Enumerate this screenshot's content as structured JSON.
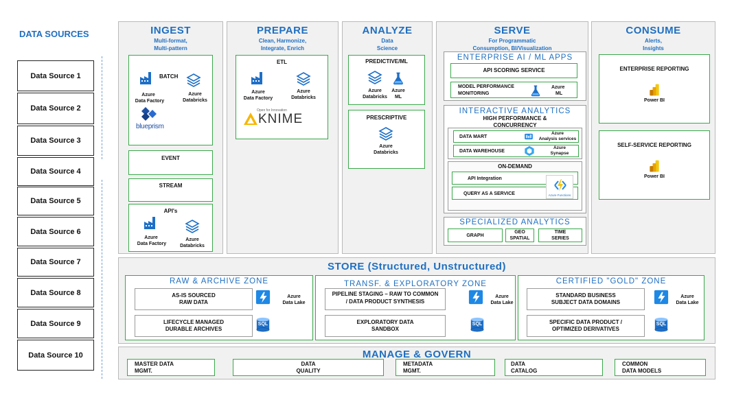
{
  "data_sources": {
    "title": "DATA SOURCES",
    "items": [
      "Data Source 1",
      "Data Source 2",
      "Data Source 3",
      "Data Source 4",
      "Data Source 5",
      "Data Source 6",
      "Data Source 7",
      "Data Source 8",
      "Data Source 9",
      "Data Source 10"
    ]
  },
  "ingest": {
    "title": "INGEST",
    "subtitle": [
      "Multi-format,",
      "Multi-pattern"
    ],
    "batch": {
      "label": "BATCH",
      "adf": [
        "Azure",
        "Data Factory"
      ],
      "dbx": [
        "Azure",
        "Databricks"
      ],
      "blueprism": "blueprism"
    },
    "event": "EVENT",
    "stream": "STREAM",
    "apis": {
      "label": "API's",
      "adf": [
        "Azure",
        "Data Factory"
      ],
      "dbx": [
        "Azure",
        "Databricks"
      ]
    }
  },
  "prepare": {
    "title": "PREPARE",
    "subtitle": [
      "Clean, Harmonize,",
      "Integrate, Enrich"
    ],
    "etl": {
      "label": "ETL",
      "adf": [
        "Azure",
        "Data Factory"
      ],
      "dbx": [
        "Azure",
        "Databricks"
      ],
      "knime_tag": "Open for Innovation",
      "knime": "KNIME"
    }
  },
  "analyze": {
    "title": "ANALYZE",
    "subtitle": [
      "Data",
      "Science"
    ],
    "predictive": {
      "label": "PREDICTIVE/ML",
      "dbx": [
        "Azure",
        "Databricks"
      ],
      "ml": [
        "Azure",
        "ML"
      ]
    },
    "prescriptive": {
      "label": "PRESCRIPTIVE",
      "dbx": [
        "Azure",
        "Databricks"
      ]
    }
  },
  "serve": {
    "title": "SERVE",
    "subtitle": [
      "For Programmatic",
      "Consumption, BI/Visualization"
    ],
    "enterprise_ai": {
      "title": "ENTERPRISE AI / ML APPS",
      "api_scoring": "API SCORING SERVICE",
      "model_perf": [
        "MODEL PERFORMANCE",
        "MONITORING"
      ],
      "azure_ml": [
        "Azure",
        "ML"
      ]
    },
    "interactive": {
      "title": "INTERACTIVE ANALYTICS",
      "high_perf": [
        "HIGH PERFORMANCE &",
        "CONCURRENCY"
      ],
      "data_mart": "DATA MART",
      "analysis_services": [
        "Azure",
        "Analysis services"
      ],
      "data_warehouse": "DATA WAREHOUSE",
      "synapse": [
        "Azure",
        "Synapse"
      ],
      "on_demand": "ON-DEMAND",
      "api_integration": "API Integration",
      "qaas": "QUERY AS A SERVICE",
      "functions": "Azure Functions"
    },
    "specialized": {
      "title": "SPECIALIZED ANALYTICS",
      "graph": "GRAPH",
      "geo": [
        "GEO",
        "SPATIAL"
      ],
      "time": [
        "TIME",
        "SERIES"
      ]
    }
  },
  "consume": {
    "title": "CONSUME",
    "subtitle": [
      "Alerts,",
      "Insights"
    ],
    "enterprise_reporting": "ENTERPRISE REPORTING",
    "self_service": "SELF-SERVICE REPORTING",
    "powerbi": "Power BI"
  },
  "store": {
    "title": "STORE (Structured, Unstructured)",
    "raw": {
      "title": "RAW & ARCHIVE ZONE",
      "as_is": [
        "AS-IS SOURCED",
        "RAW DATA"
      ],
      "lifecycle": [
        "LIFECYCLE MANAGED",
        "DURABLE ARCHIVES"
      ],
      "lake": [
        "Azure",
        "Data Lake"
      ]
    },
    "transf": {
      "title": "TRANSF. & EXPLORATORY ZONE",
      "pipeline": [
        "PIPELINE STAGING – RAW TO COMMON",
        "/ DATA PRODUCT SYNTHESIS"
      ],
      "sandbox": [
        "EXPLORATORY DATA",
        "SANDBOX"
      ],
      "lake": [
        "Azure",
        "Data Lake"
      ]
    },
    "gold": {
      "title": "CERTIFIED \"GOLD\" ZONE",
      "standard": [
        "STANDARD BUSINESS",
        "SUBJECT DATA DOMAINS"
      ],
      "specific": [
        "SPECIFIC DATA PRODUCT /",
        "OPTIMIZED DERIVATIVES"
      ],
      "lake": [
        "Azure",
        "Data Lake"
      ]
    },
    "sql": "SQL"
  },
  "manage": {
    "title": "MANAGE & GOVERN",
    "items": [
      {
        "line1": "MASTER DATA",
        "line2": "MGMT."
      },
      {
        "line1": "DATA",
        "line2": "QUALITY"
      },
      {
        "line1": "METADATA",
        "line2": "MGMT."
      },
      {
        "line1": "DATA",
        "line2": "CATALOG"
      },
      {
        "line1": "COMMON",
        "line2": "DATA MODELS"
      }
    ]
  },
  "colors": {
    "title_blue": "#1f6fc0",
    "green_border": "#3aa84a",
    "panel_bg": "#f1f1f1",
    "azure_blue": "#1e88e5",
    "powerbi_yellow": "#f2c811"
  }
}
